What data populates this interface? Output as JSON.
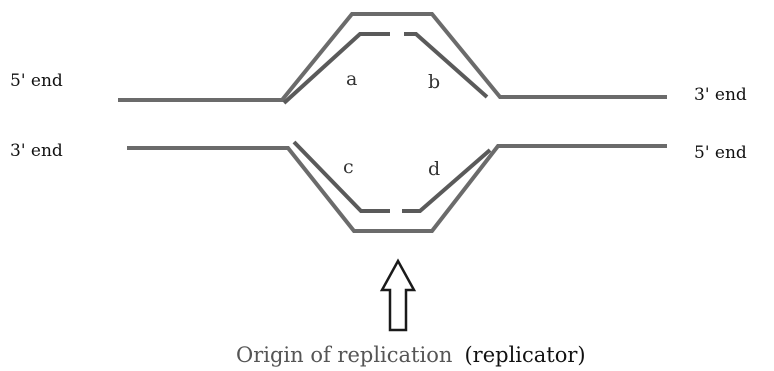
{
  "diagram": {
    "end_labels": {
      "top_left": "5' end",
      "top_right": "3' end",
      "bottom_left": "3' end",
      "bottom_right": "5' end"
    },
    "fork_labels": {
      "a": "a",
      "b": "b",
      "c": "c",
      "d": "d"
    },
    "caption": {
      "main": "Origin of replication",
      "paren": "(replicator)"
    }
  }
}
